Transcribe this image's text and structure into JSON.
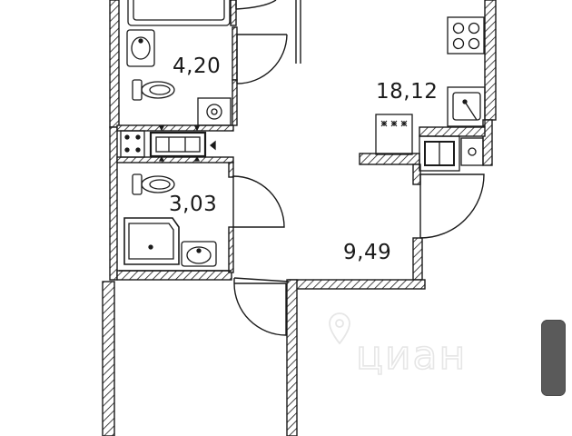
{
  "rooms": [
    {
      "id": "bathroom",
      "area": "4,20"
    },
    {
      "id": "kitchen-living",
      "area": "18,12"
    },
    {
      "id": "toilet-shower",
      "area": "3,03"
    },
    {
      "id": "hallway",
      "area": "9,49"
    }
  ],
  "watermark": {
    "text": "циан",
    "icon": "location-pin-icon"
  },
  "colors": {
    "wall": "#1a1a1a",
    "wall_hatch": "#1a1a1a",
    "background": "#ffffff",
    "watermark": "#e6e6e6",
    "scrollbar": "#5a5a5a"
  }
}
